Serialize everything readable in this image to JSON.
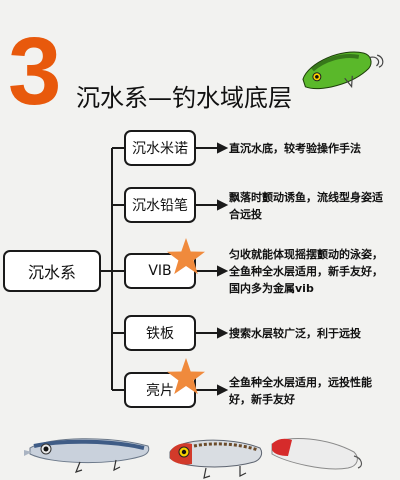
{
  "header": {
    "number": "3",
    "title": "沉水系—钓水域底层"
  },
  "root": {
    "label": "沉水系"
  },
  "branches": [
    {
      "label": "沉水米诺",
      "desc": "直沉水底，较考验操作手法",
      "star": false
    },
    {
      "label": "沉水铅笔",
      "desc": "飘落时颤动诱鱼，流线型身姿适合远投",
      "star": false
    },
    {
      "label": "VIB",
      "desc": "匀收就能体现摇摆颤动的泳姿，全鱼种全水层适用，新手友好，国内多为金属vib",
      "star": true
    },
    {
      "label": "铁板",
      "desc": "搜索水层较广泛，利于远投",
      "star": false
    },
    {
      "label": "亮片",
      "desc": "全鱼种全水层适用，远投性能好，新手友好",
      "star": true
    }
  ],
  "colors": {
    "accent": "#e8590c",
    "star": "#f08a3c",
    "line": "#1a1a1a"
  },
  "icons": [
    "vib-lure-icon",
    "minnow-lure-icon",
    "pencil-lure-icon",
    "spoon-lure-icon"
  ]
}
